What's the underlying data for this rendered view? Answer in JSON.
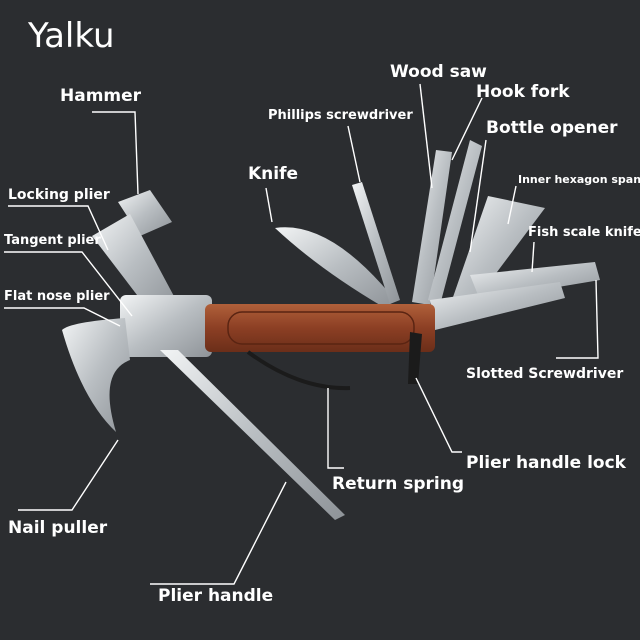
{
  "brand": "Yalku",
  "labels": {
    "hammer": "Hammer",
    "wood_saw": "Wood saw",
    "hook_fork": "Hook fork",
    "phillips_screwdriver": "Phillips screwdriver",
    "bottle_opener": "Bottle opener",
    "knife": "Knife",
    "inner_hexagon_spanner": "Inner hexagon spanner",
    "locking_plier": "Locking plier",
    "tangent_plier": "Tangent plier",
    "fish_scale_knife": "Fish scale knife",
    "flat_nose_plier": "Flat nose plier",
    "slotted_screwdriver": "Slotted Screwdriver",
    "plier_handle_lock": "Plier handle lock",
    "return_spring": "Return spring",
    "nail_puller": "Nail puller",
    "plier_handle": "Plier handle"
  },
  "colors": {
    "background": "#2b2d30",
    "steel": "#cfd3d6",
    "wood": "#9a4a2c",
    "leader": "#ffffff"
  }
}
